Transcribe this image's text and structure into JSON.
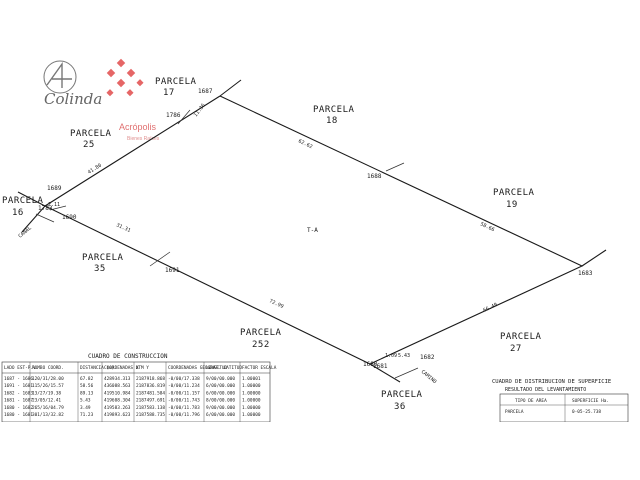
{
  "logo": {
    "brand": "Colinda",
    "sub": "Acrópolis",
    "tag": "Bienes Raíces"
  },
  "parcels": {
    "p17": [
      "PARCELA",
      "17"
    ],
    "p18": [
      "PARCELA",
      "18"
    ],
    "p19": [
      "PARCELA",
      "19"
    ],
    "p25": [
      "PARCELA",
      "25"
    ],
    "p16": [
      "PARCELA",
      "16"
    ],
    "p35": [
      "PARCELA",
      "35"
    ],
    "p252": [
      "PARCELA",
      "252"
    ],
    "p27": [
      "PARCELA",
      "27"
    ],
    "p36": [
      "PARCELA",
      "36"
    ]
  },
  "vertices": [
    "1687",
    "1786",
    "1689",
    "1783",
    "1690",
    "1691",
    "1688",
    "1683",
    "1680",
    "1681",
    "1682"
  ],
  "distances": {
    "d1": "11.36",
    "d2": "62.62",
    "d3": "41.80",
    "d4": "2.11",
    "d5": "31.31",
    "d6": "58.66",
    "d7": "72.99",
    "d8": "66.49",
    "d9": "1.09",
    "d10": "5.43"
  },
  "center_label": "T-A",
  "canal": "CANAL",
  "camino": "CAMINO",
  "table_construccion": {
    "title": "CUADRO DE CONSTRUCCION",
    "headers": [
      "LADO EST-P.V.",
      "RUMBO COORD.",
      "DISTANCIA (m)",
      "COORDENADAS UTM Y",
      "X",
      "COORDENADAS GEOGRAF. LATITUD",
      "LONGITUD",
      "FACTOR ESCALA"
    ],
    "rows": [
      [
        "1687 - 1686",
        "120/31/28.00",
        "67.82",
        "428934.313",
        "2187918.868",
        "-0/00/17.338",
        "9/00/00.000",
        "1.00001"
      ],
      [
        "1691 - 1681",
        "115/26/15.57",
        "58.56",
        "436088.563",
        "2187836.819",
        "-0/00/11.234",
        "6/00/00.000",
        "1.00000"
      ],
      [
        "1682 - 1683",
        "13/27/19.38",
        "89.13",
        "419510.984",
        "2187481.584",
        "-0/00/11.157",
        "6/00/00.000",
        "1.00000"
      ],
      [
        "1681 - 1687",
        "23/05/12.41",
        "5.43",
        "419608.304",
        "2187497.691",
        "-0/00/11.743",
        "8/00/00.000",
        "1.00000"
      ],
      [
        "1680 - 1682",
        "265/16/04.79",
        "3.49",
        "419583.263",
        "2187583.138",
        "-0/00/11.783",
        "9/00/00.000",
        "1.00000"
      ],
      [
        "1680 - 1681",
        "301/13/32.82",
        "71.23",
        "419893.623",
        "2187588.735",
        "-0/00/11.796",
        "6/00/00.000",
        "1.00000"
      ]
    ]
  },
  "table_distribucion": {
    "title": "CUADRO DE DISTRIBUCION DE SUPERFICIE",
    "subtitle": "RESULTADO DEL LEVANTAMIENTO",
    "headers": [
      "TIPO DE AREA",
      "SUPERFICIE Ha."
    ],
    "rows": [
      [
        "PARCELA",
        "0-05-25.738"
      ]
    ]
  }
}
